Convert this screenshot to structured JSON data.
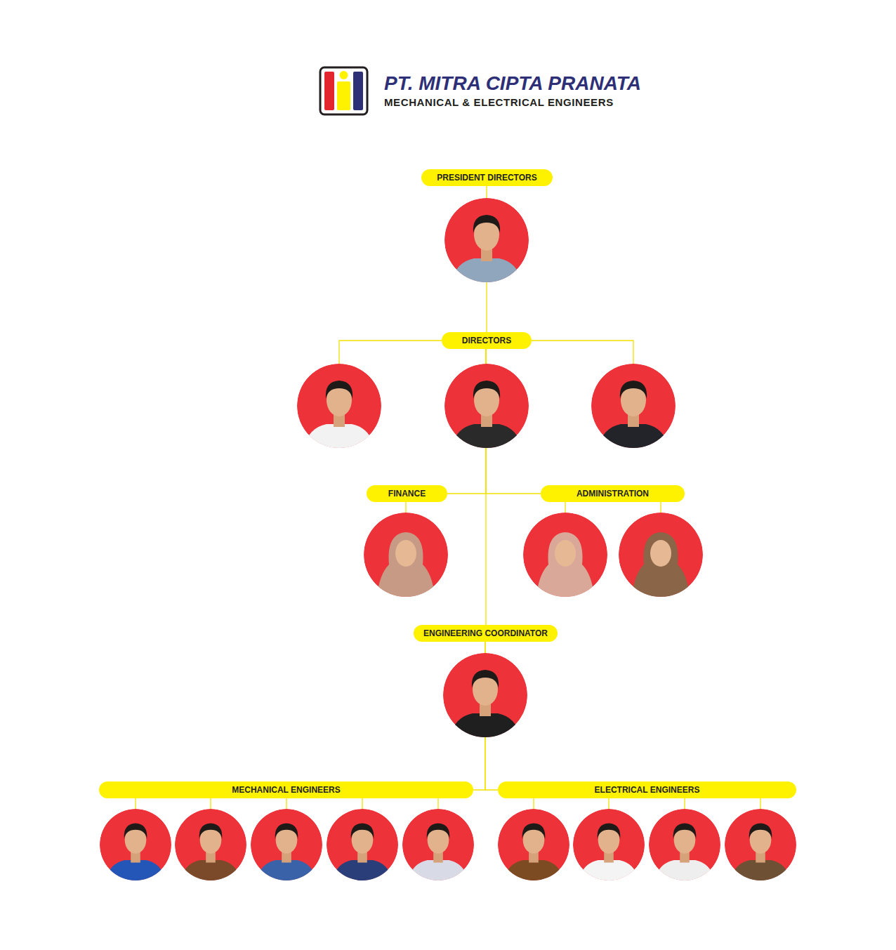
{
  "diagram": {
    "title": "PT. MITRA CIPTA PRANATA",
    "nodes": [
      {
        "text": [
          "PRESIDENT DIRECTORS"
        ]
      },
      {
        "text": [
          "DIRECTORS"
        ]
      },
      {
        "text": [
          "FINANCE"
        ]
      },
      {
        "text": [
          "ADMINISTRATION"
        ]
      },
      {
        "text": [
          "ENGINEERING COORDINATOR"
        ]
      },
      {
        "text": [
          "MECHANICAL ENGINEERS"
        ]
      },
      {
        "text": [
          "ELECTRICAL ENGINEERS"
        ]
      }
    ],
    "edges": [
      {
        "from": 0,
        "to": 1,
        "arrow": "none"
      },
      {
        "from": 1,
        "to": 2,
        "arrow": "none"
      },
      {
        "from": 1,
        "to": 3,
        "arrow": "none"
      },
      {
        "from": 1,
        "to": 4,
        "arrow": "none"
      },
      {
        "from": 4,
        "to": 5,
        "arrow": "none"
      },
      {
        "from": 4,
        "to": 6,
        "arrow": "none"
      }
    ],
    "labels": [
      "MECHANICAL & ELECTRICAL ENGINEERS"
    ]
  }
}
